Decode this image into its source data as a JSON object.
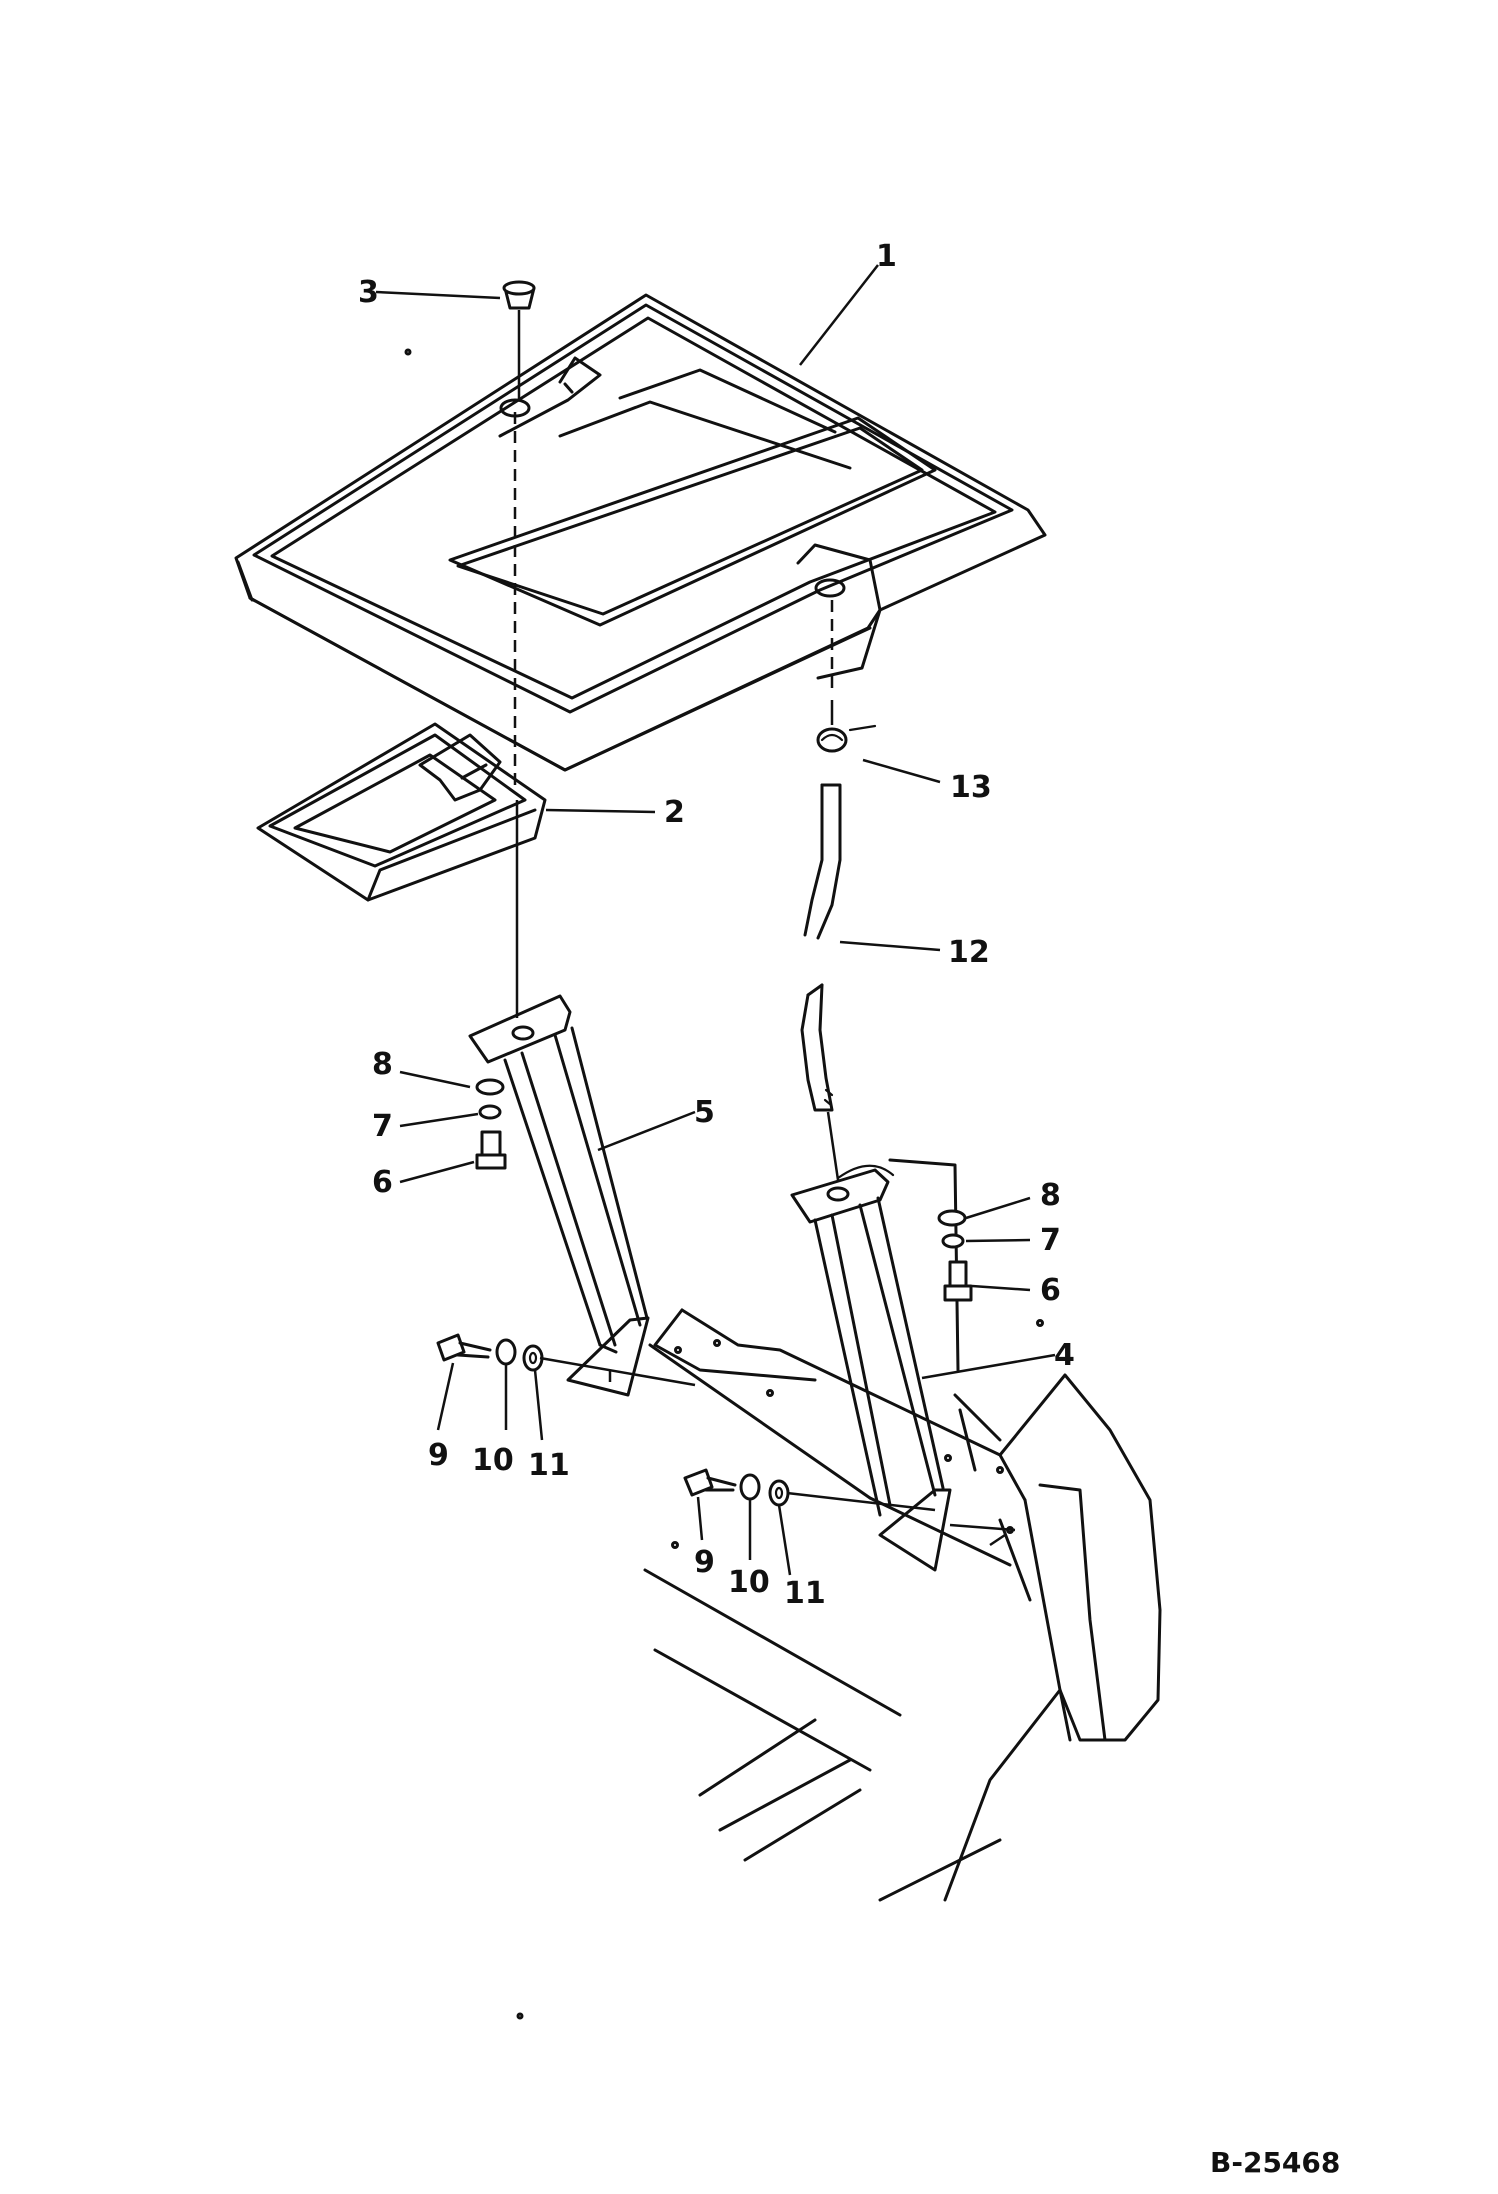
{
  "diagram": {
    "reference_code": "B-25468",
    "callouts": [
      {
        "id": "c1",
        "label": "1"
      },
      {
        "id": "c2",
        "label": "2"
      },
      {
        "id": "c3",
        "label": "3"
      },
      {
        "id": "c4",
        "label": "4"
      },
      {
        "id": "c5",
        "label": "5"
      },
      {
        "id": "c6a",
        "label": "6"
      },
      {
        "id": "c6b",
        "label": "6"
      },
      {
        "id": "c7a",
        "label": "7"
      },
      {
        "id": "c7b",
        "label": "7"
      },
      {
        "id": "c8a",
        "label": "8"
      },
      {
        "id": "c8b",
        "label": "8"
      },
      {
        "id": "c9a",
        "label": "9"
      },
      {
        "id": "c9b",
        "label": "9"
      },
      {
        "id": "c10a",
        "label": "10"
      },
      {
        "id": "c10b",
        "label": "10"
      },
      {
        "id": "c11a",
        "label": "11"
      },
      {
        "id": "c11b",
        "label": "11"
      },
      {
        "id": "c12",
        "label": "12"
      },
      {
        "id": "c13",
        "label": "13"
      }
    ]
  }
}
